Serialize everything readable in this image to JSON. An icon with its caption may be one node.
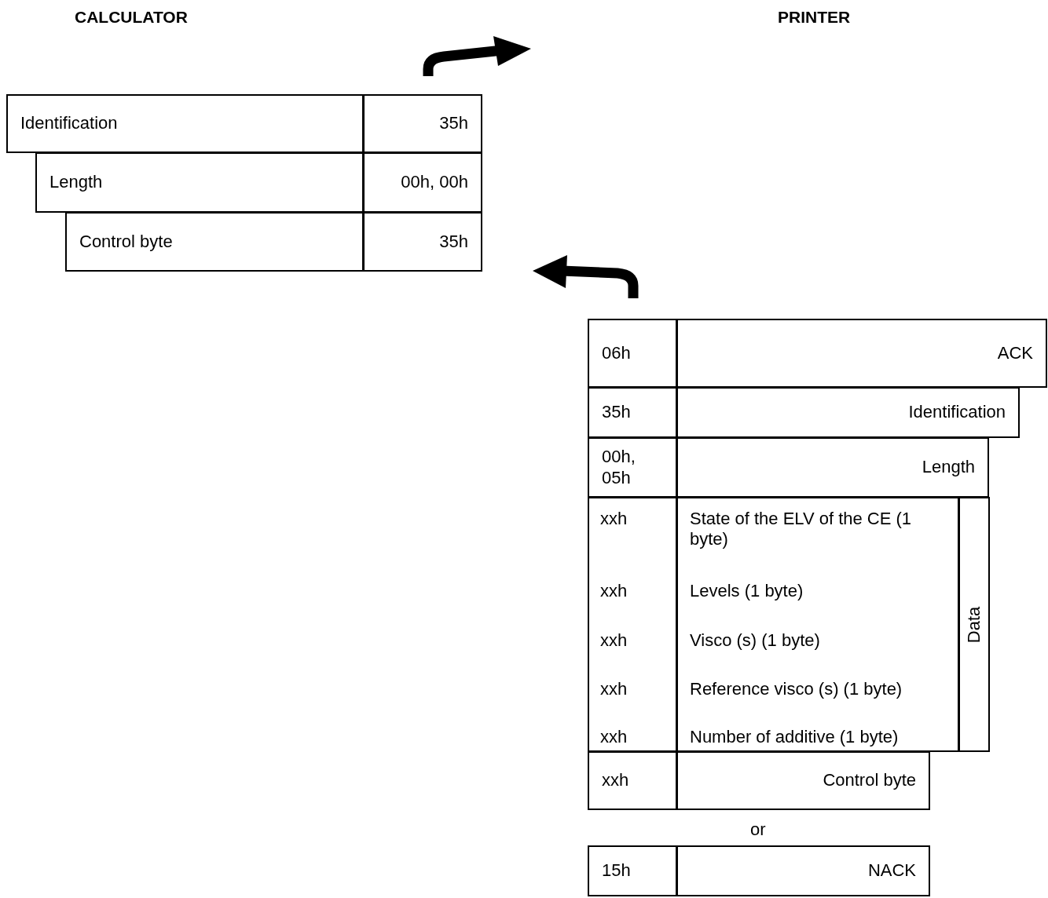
{
  "diagram": {
    "labels": [
      "CALCULATOR",
      "PRINTER",
      "Identification",
      "35h",
      "Length",
      "00h, 00h",
      "Control byte",
      "35h",
      "06h",
      "ACK",
      "35h",
      "Identification",
      "00h, 05h",
      "Length",
      "xxh",
      "State of the ELV of the CE (1 byte)",
      "Data",
      "xxh",
      "Levels (1 byte)",
      "xxh",
      "Visco (s) (1 byte)",
      "xxh",
      "Reference visco (s) (1 byte)",
      "xxh",
      "Number of additive (1 byte)",
      "xxh",
      "Control byte",
      "or",
      "15h",
      "NACK"
    ]
  }
}
